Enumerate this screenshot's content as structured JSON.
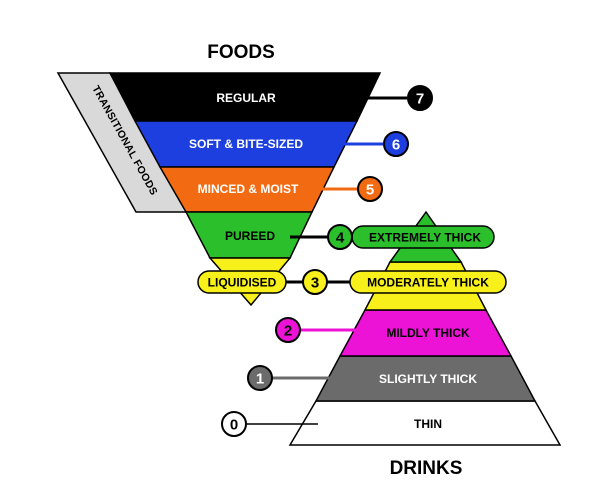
{
  "titles": {
    "foods": "FOODS",
    "drinks": "DRINKS",
    "transitional": "TRANSITIONAL FOODS"
  },
  "foods": [
    {
      "level": "7",
      "label": "REGULAR",
      "color": "#000000"
    },
    {
      "level": "6",
      "label": "SOFT & BITE-SIZED",
      "color": "#1e3fe0"
    },
    {
      "level": "5",
      "label": "MINCED & MOIST",
      "color": "#f26b12"
    },
    {
      "level": "4",
      "label": "PUREED",
      "color": "#2cbf2c"
    },
    {
      "level": "3",
      "label": "LIQUIDISED",
      "color": "#f7f01a"
    }
  ],
  "drinks": [
    {
      "level": "4",
      "label": "EXTREMELY THICK",
      "color": "#2cbf2c"
    },
    {
      "level": "3",
      "label": "MODERATELY THICK",
      "color": "#f7f01a"
    },
    {
      "level": "2",
      "label": "MILDLY THICK",
      "color": "#ec13d6"
    },
    {
      "level": "1",
      "label": "SLIGHTLY THICK",
      "color": "#6b6b6b"
    },
    {
      "level": "0",
      "label": "THIN",
      "color": "#ffffff"
    }
  ],
  "colors": {
    "outline": "#000000",
    "transitional_band": "#d9d9d9"
  }
}
